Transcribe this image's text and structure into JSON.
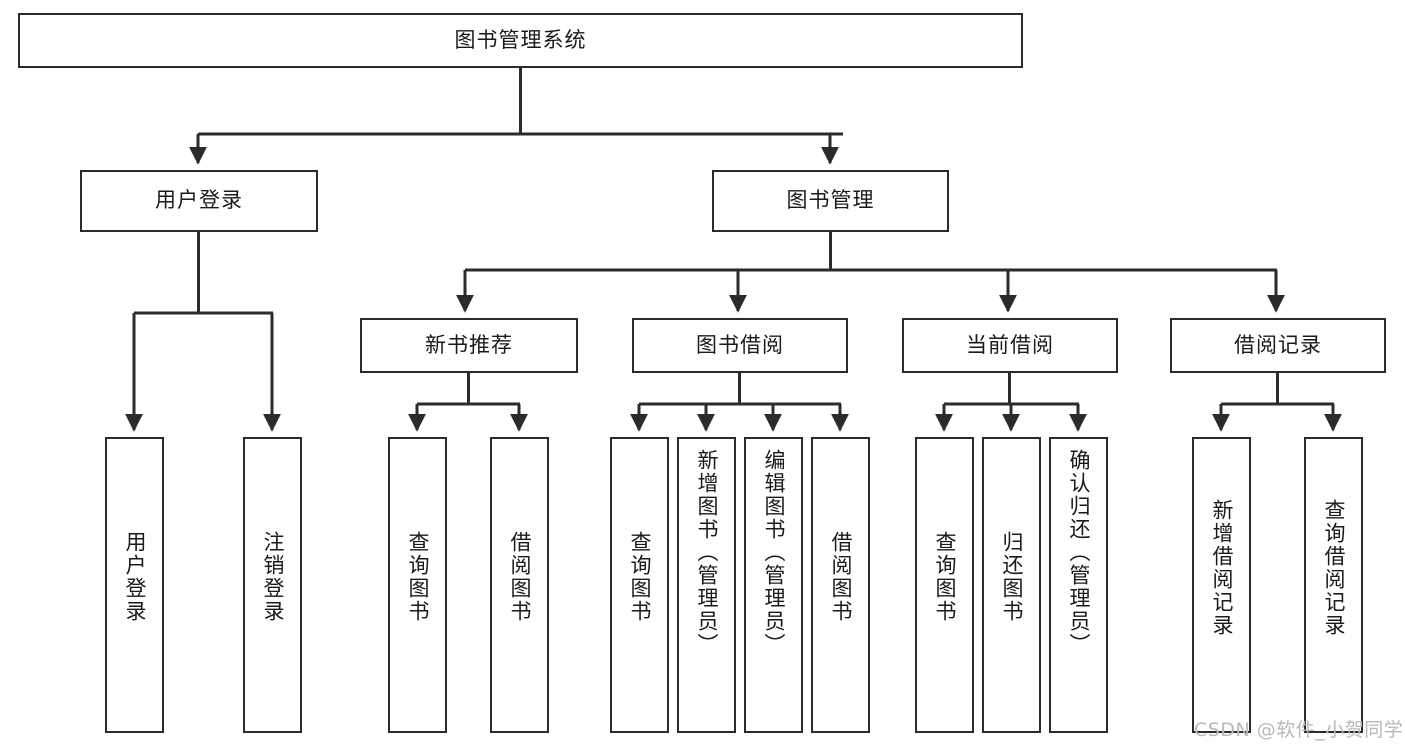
{
  "diagram": {
    "title": "图书管理系统",
    "type": "functional-decomposition-tree",
    "root": {
      "id": "root",
      "label": "图书管理系统"
    },
    "level2": [
      {
        "id": "user-login",
        "label": "用户登录"
      },
      {
        "id": "book-manage",
        "label": "图书管理"
      }
    ],
    "level3": [
      {
        "id": "new-book-recommend",
        "label": "新书推荐",
        "parent": "book-manage"
      },
      {
        "id": "book-borrow",
        "label": "图书借阅",
        "parent": "book-manage"
      },
      {
        "id": "current-borrow",
        "label": "当前借阅",
        "parent": "book-manage"
      },
      {
        "id": "borrow-record",
        "label": "借阅记录",
        "parent": "book-manage"
      }
    ],
    "leaves": [
      {
        "id": "leaf-user-login",
        "label": "用户登录",
        "parent": "user-login"
      },
      {
        "id": "leaf-user-logout",
        "label": "注销登录",
        "parent": "user-login"
      },
      {
        "id": "leaf-query-book-1",
        "label": "查询图书",
        "parent": "new-book-recommend"
      },
      {
        "id": "leaf-borrow-book-1",
        "label": "借阅图书",
        "parent": "new-book-recommend"
      },
      {
        "id": "leaf-query-book-2",
        "label": "查询图书",
        "parent": "book-borrow"
      },
      {
        "id": "leaf-add-book",
        "label": "新增图书（管理员）",
        "parent": "book-borrow"
      },
      {
        "id": "leaf-edit-book",
        "label": "编辑图书（管理员）",
        "parent": "book-borrow"
      },
      {
        "id": "leaf-borrow-book-2",
        "label": "借阅图书",
        "parent": "book-borrow"
      },
      {
        "id": "leaf-query-book-3",
        "label": "查询图书",
        "parent": "current-borrow"
      },
      {
        "id": "leaf-return-book",
        "label": "归还图书",
        "parent": "current-borrow"
      },
      {
        "id": "leaf-confirm-return",
        "label": "确认归还（管理员）",
        "parent": "current-borrow"
      },
      {
        "id": "leaf-add-record",
        "label": "新增借阅记录",
        "parent": "borrow-record"
      },
      {
        "id": "leaf-query-record",
        "label": "查询借阅记录",
        "parent": "borrow-record"
      }
    ]
  },
  "watermark": {
    "text": "CSDN @软件_小贺同学"
  },
  "colors": {
    "stroke": "#2b2b2b",
    "background": "#ffffff",
    "text": "#1a1a1a",
    "watermark": "#b9b9b9"
  }
}
